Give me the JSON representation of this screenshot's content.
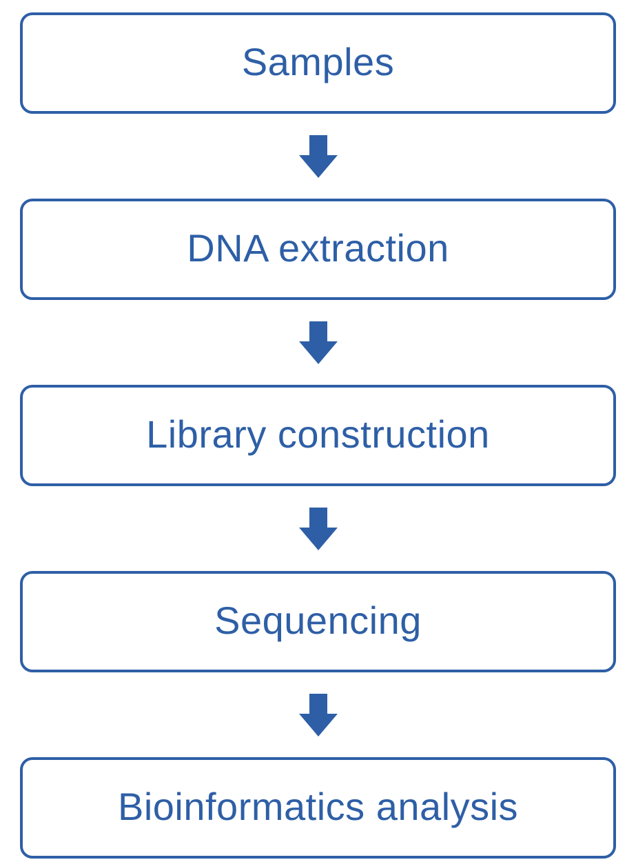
{
  "colors": {
    "accent": "#2e5fa6",
    "background": "#ffffff"
  },
  "flowchart": {
    "direction": "top-to-bottom",
    "steps": [
      {
        "label": "Samples"
      },
      {
        "label": "DNA extraction"
      },
      {
        "label": "Library construction"
      },
      {
        "label": "Sequencing"
      },
      {
        "label": "Bioinformatics analysis"
      }
    ],
    "connector": "arrow-down-icon"
  }
}
